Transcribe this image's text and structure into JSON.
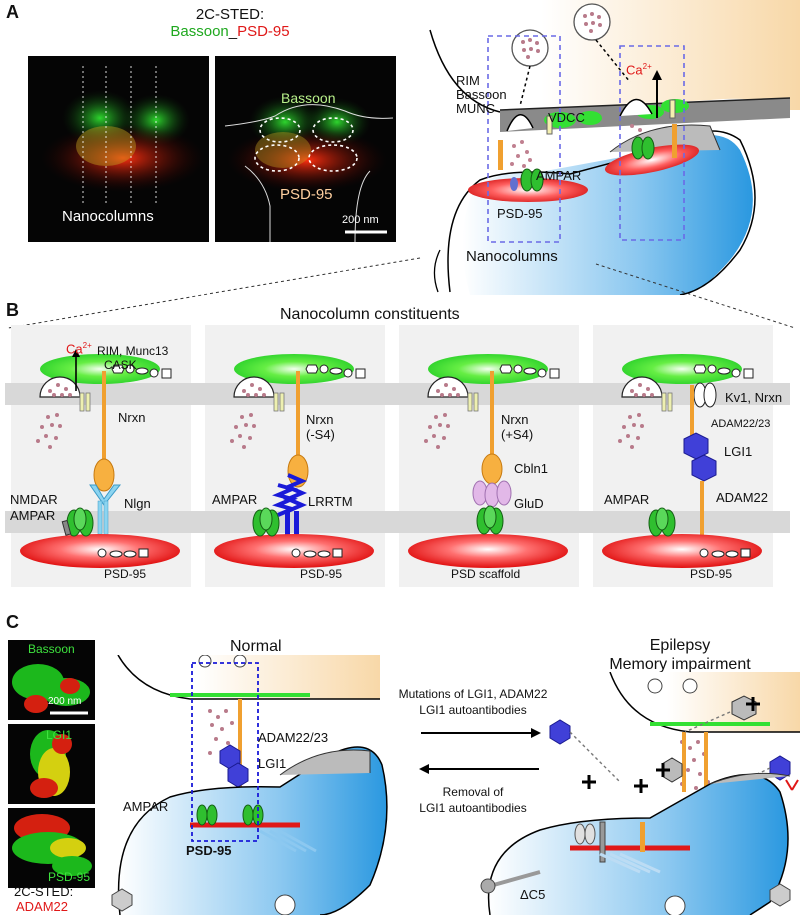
{
  "panels": {
    "a": {
      "letter": "A",
      "title_line1": "2C-STED:",
      "title_green": "Bassoon",
      "title_sep": "_",
      "title_red": "PSD-95",
      "left_label": "Nanocolumns",
      "right_bassoon": "Bassoon",
      "right_psd": "PSD-95",
      "scale": "200 nm",
      "schematic": {
        "rim": "RIM",
        "bassoon": "Bassoon",
        "munc": "MUNC",
        "vdcc": "VDCC",
        "ca": "Ca",
        "ca_sup": "2+",
        "ampar": "AMPAR",
        "psd": "PSD-95",
        "nanocolumns": "Nanocolumns"
      }
    },
    "b": {
      "letter": "B",
      "title": "Nanocolumn constituents",
      "box1": {
        "ca": "Ca",
        "ca_sup": "2+",
        "rim": "RIM, Munc13",
        "cask": "CASK",
        "nrxn": "Nrxn",
        "nmdar": "NMDAR",
        "ampar": "AMPAR",
        "nlgn": "Nlgn",
        "psd": "PSD-95"
      },
      "box2": {
        "nrxn": "Nrxn",
        "variant": "(-S4)",
        "ampar": "AMPAR",
        "lrrtm": "LRRTM",
        "psd": "PSD-95"
      },
      "box3": {
        "nrxn": "Nrxn",
        "variant": "(+S4)",
        "cbln": "Cbln1",
        "glud": "GluD",
        "psd": "PSD scaffold"
      },
      "box4": {
        "kv": "Kv1, Nrxn",
        "adam2223": "ADAM22/23",
        "lgi1": "LGI1",
        "ampar": "AMPAR",
        "adam22": "ADAM22",
        "psd": "PSD-95"
      }
    },
    "c": {
      "letter": "C",
      "img1": "Bassoon",
      "scale": "200 nm",
      "img2": "LGI1",
      "img3": "PSD-95",
      "caption1": "2C-STED:",
      "caption2": "ADAM22",
      "normal": "Normal",
      "adam2223": "ADAM22/23",
      "lgi1": "LGI1",
      "ampar": "AMPAR",
      "psd": "PSD-95",
      "arrow_top_1": "Mutations of LGI1, ADAM22",
      "arrow_top_2": "LGI1 autoantibodies",
      "arrow_bot_1": "Removal of",
      "arrow_bot_2": "LGI1 autoantibodies",
      "epilepsy": "Epilepsy",
      "memory": "Memory impairment",
      "dc5": "ΔC5"
    }
  },
  "colors": {
    "green": "#1fa81f",
    "red": "#e01818",
    "bright_green": "#33e033",
    "gray_band": "#dcdcdc",
    "box_bg": "#f1f1f1",
    "blue_dash": "#6a6ae6",
    "ampar_green": "#2fbf2f",
    "lgi_blue": "#4040d8"
  }
}
